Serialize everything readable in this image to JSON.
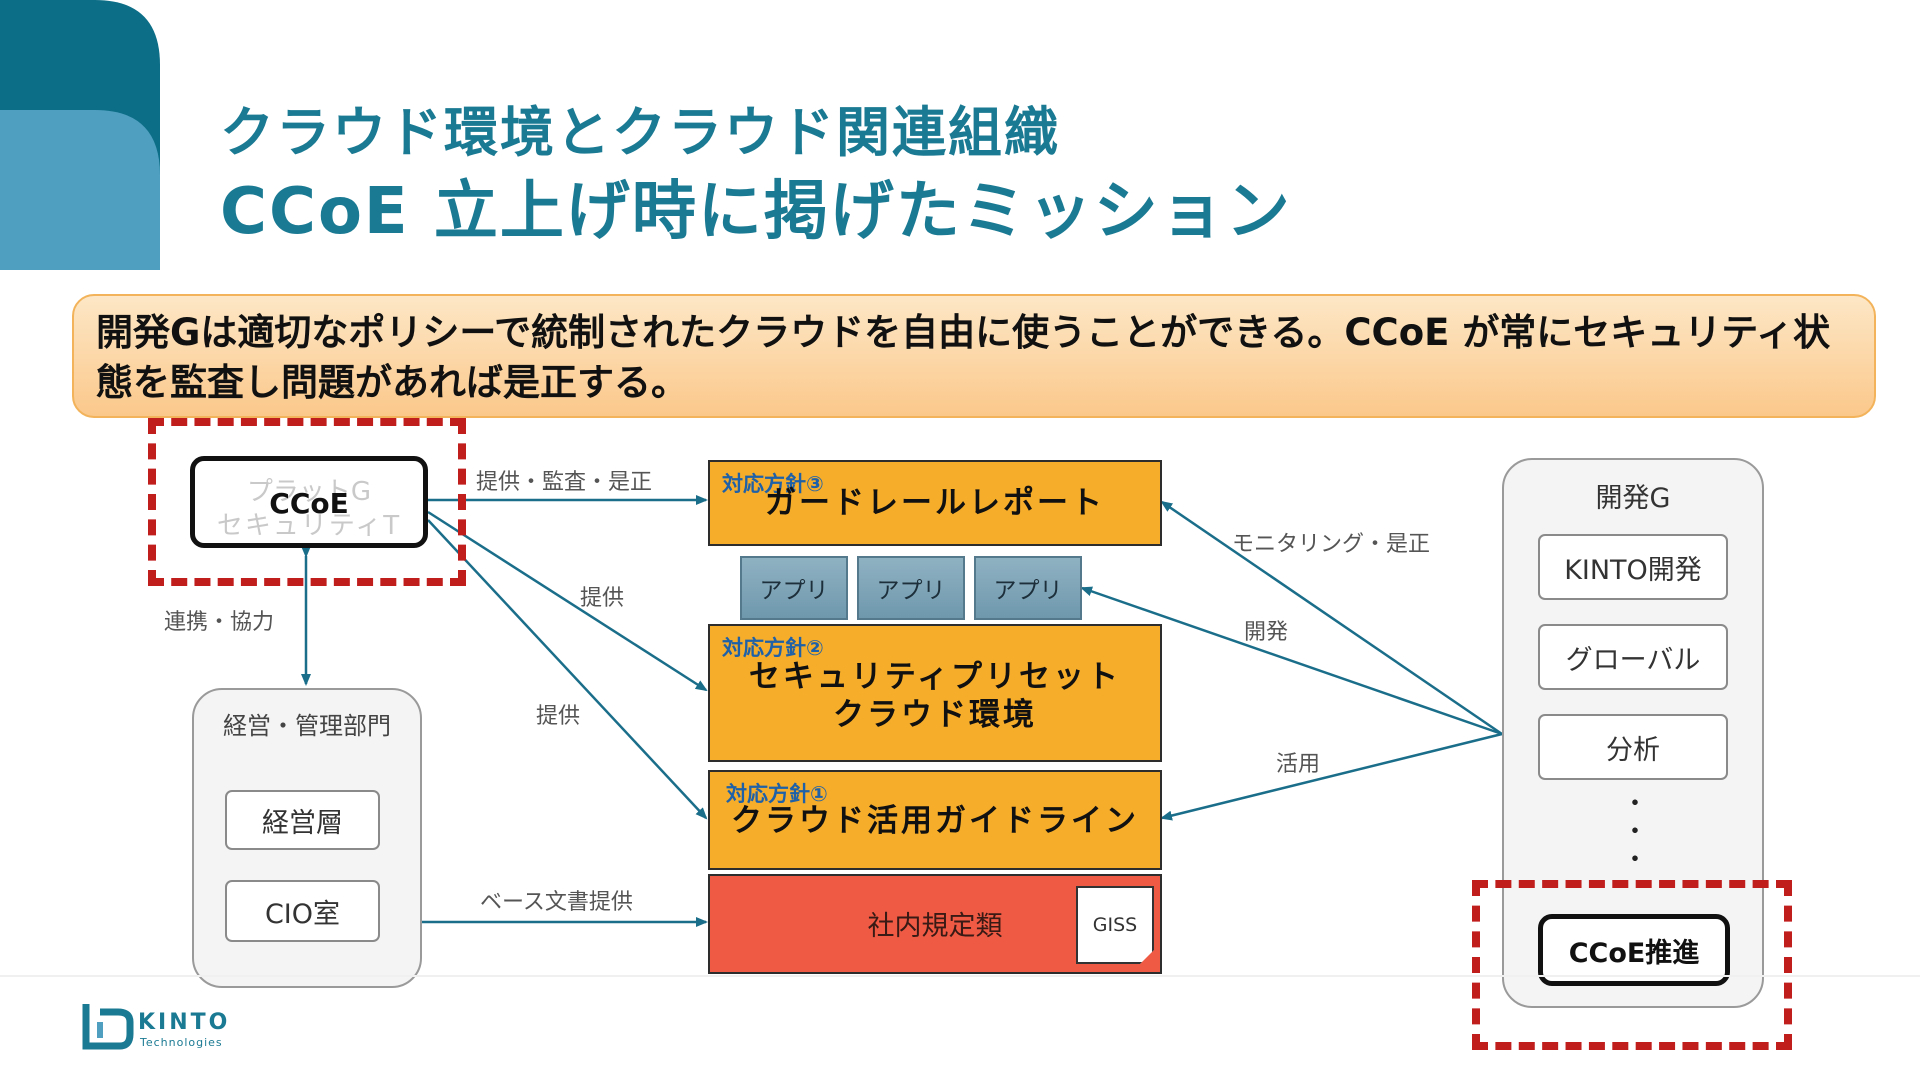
{
  "title": {
    "line1": "クラウド環境とクラウド関連組織",
    "line2": "CCoE 立上げ時に掲げたミッション"
  },
  "mission": "開発Gは適切なポリシーで統制されたクラウドを自由に使うことができる。CCoE が常にセキュリティ状態を監査し問題があれば是正する。",
  "ccoe": {
    "label": "CCoE",
    "faded_line1": "プラットG",
    "faded_line2": "セキュリティT"
  },
  "management": {
    "title": "経営・管理部門",
    "items": [
      "経営層",
      "CIO室"
    ]
  },
  "policies": [
    {
      "tag": "対応方針③",
      "name": "ガードレールレポート"
    },
    {
      "tag": "対応方針②",
      "name_line1": "セキュリティプリセット",
      "name_line2": "クラウド環境"
    },
    {
      "tag": "対応方針①",
      "name": "クラウド活用ガイドライン"
    }
  ],
  "apps": [
    "アプリ",
    "アプリ",
    "アプリ"
  ],
  "regulations": {
    "label": "社内規定類",
    "doc": "GISS"
  },
  "dev": {
    "title": "開発G",
    "items": [
      "KINTO開発",
      "グローバル",
      "分析"
    ],
    "ellipsis": "・\n・\n・",
    "ccoe_promo": "CCoE推進"
  },
  "arrow_labels": {
    "provide_audit": "提供・監査・是正",
    "provide1": "提供",
    "provide2": "提供",
    "collab": "連携・協力",
    "base_docs": "ベース文書提供",
    "monitor": "モニタリング・是正",
    "develop": "開発",
    "utilize": "活用"
  },
  "logo": {
    "name": "KINTO",
    "sub": "Technologies"
  },
  "colors": {
    "teal": "#1b7a93",
    "orange": "#f6ad2a",
    "red": "#ef5a45",
    "dash_red": "#c01d1d",
    "arrow": "#1b6e8a"
  }
}
